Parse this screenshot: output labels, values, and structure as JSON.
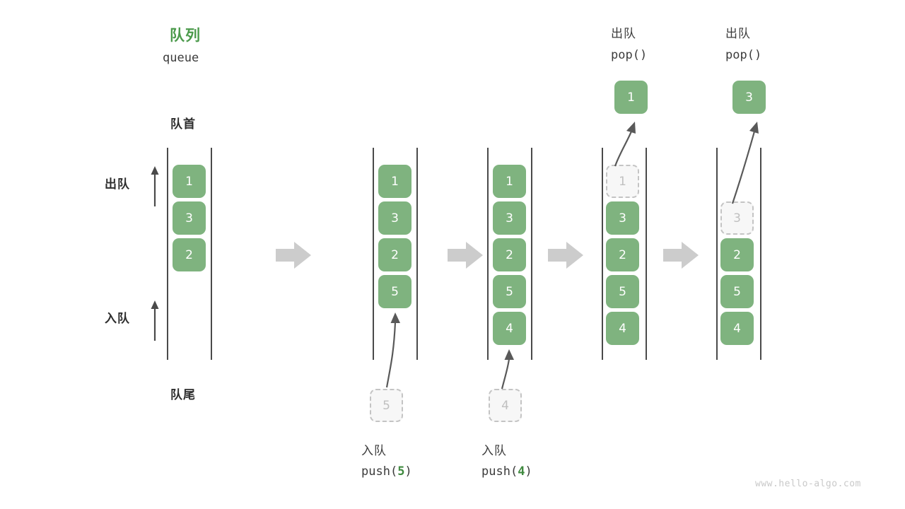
{
  "diagram": {
    "title_cn": "队列",
    "title_en": "queue",
    "front_label": "队首",
    "rear_label": "队尾",
    "dequeue_side_label": "出队",
    "enqueue_side_label": "入队",
    "watermark": "www.hello-algo.com",
    "accent_green": "#4c9a4c",
    "cell_green": "#7fb37f",
    "ghost_gray": "#c4c4c4",
    "arrow_gray": "#cccccc",
    "line_gray": "#4a4a4a"
  },
  "stages": [
    {
      "id": "initial",
      "header_cn": "",
      "header_code": "",
      "cells": [
        "1",
        "3",
        "2"
      ],
      "ghost_in_queue": null,
      "incoming_ghost": null,
      "popped_cell": null,
      "caption_cn": "",
      "caption_code_prefix": "",
      "caption_code_value": "",
      "caption_code_suffix": ""
    },
    {
      "id": "push-5",
      "header_cn": "",
      "header_code": "",
      "cells": [
        "1",
        "3",
        "2",
        "5"
      ],
      "ghost_in_queue": null,
      "incoming_ghost": "5",
      "popped_cell": null,
      "caption_cn": "入队",
      "caption_code_prefix": "push(",
      "caption_code_value": "5",
      "caption_code_suffix": ")"
    },
    {
      "id": "push-4",
      "header_cn": "",
      "header_code": "",
      "cells": [
        "1",
        "3",
        "2",
        "5",
        "4"
      ],
      "ghost_in_queue": null,
      "incoming_ghost": "4",
      "popped_cell": null,
      "caption_cn": "入队",
      "caption_code_prefix": "push(",
      "caption_code_value": "4",
      "caption_code_suffix": ")"
    },
    {
      "id": "pop-1",
      "header_cn": "出队",
      "header_code": "pop()",
      "cells": [
        "3",
        "2",
        "5",
        "4"
      ],
      "ghost_in_queue": "1",
      "incoming_ghost": null,
      "popped_cell": "1",
      "caption_cn": "",
      "caption_code_prefix": "",
      "caption_code_value": "",
      "caption_code_suffix": ""
    },
    {
      "id": "pop-3",
      "header_cn": "出队",
      "header_code": "pop()",
      "cells": [
        "2",
        "5",
        "4"
      ],
      "ghost_in_queue": "3",
      "incoming_ghost": null,
      "popped_cell": "3",
      "caption_cn": "",
      "caption_code_prefix": "",
      "caption_code_value": "",
      "caption_code_suffix": ""
    }
  ],
  "flow_arrows": [
    {
      "label": "step-arrow-1"
    },
    {
      "label": "step-arrow-2"
    },
    {
      "label": "step-arrow-3"
    },
    {
      "label": "step-arrow-4"
    }
  ]
}
